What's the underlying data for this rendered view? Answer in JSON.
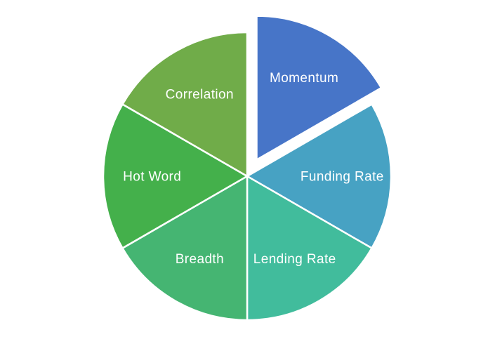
{
  "chart_data": {
    "type": "pie",
    "title": "",
    "categories": [
      "Momentum",
      "Funding Rate",
      "Lending Rate",
      "Breadth",
      "Hot Word",
      "Correlation"
    ],
    "values": [
      1,
      1,
      1,
      1,
      1,
      1
    ],
    "percentages": [
      16.67,
      16.67,
      16.67,
      16.67,
      16.67,
      16.67
    ],
    "slice_angle_deg": 60,
    "colors": [
      "#4775C8",
      "#47A2C3",
      "#41BC9C",
      "#45B572",
      "#44B04B",
      "#70AC49"
    ],
    "exploded_slice": "Momentum",
    "exploded_index": 0,
    "start_angle_deg": 0,
    "direction": "clockwise",
    "labels_inside": true,
    "label_color": "#ffffff",
    "separator_color": "#ffffff",
    "background_color": "#ffffff",
    "legend": "none",
    "axes": "none"
  }
}
